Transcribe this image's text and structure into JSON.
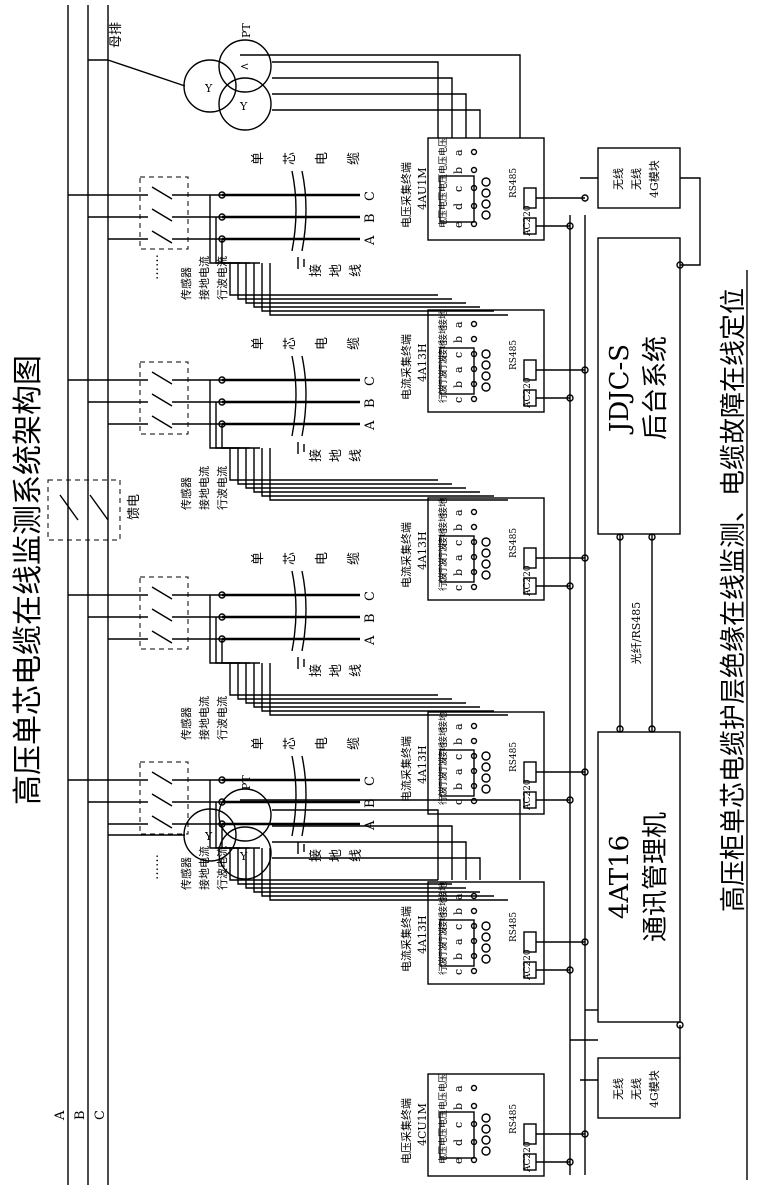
{
  "titles": {
    "left": "高压单芯电缆在线监测系统架构图",
    "right": "高压柜单芯电缆护层绝缘在线监测、电缆故障在线定位"
  },
  "bus": {
    "label": "母排",
    "phases": [
      "A",
      "B",
      "C"
    ]
  },
  "pt_label": "PT",
  "winding_label": "Y",
  "feeder_label": "馈电",
  "cable": {
    "chars": [
      "单",
      "芯",
      "电",
      "缆"
    ],
    "phases": [
      "A",
      "B",
      "C"
    ],
    "ground_chars": [
      "接",
      "地",
      "线"
    ]
  },
  "sensor_labels": [
    "传感器",
    "接地电流",
    "行波电流"
  ],
  "ellipsis": "……",
  "terminals": [
    {
      "name": "电压采集终端",
      "model": "4AU1M",
      "type": "voltage",
      "ports": [
        "a",
        "b",
        "c",
        "d",
        "e"
      ],
      "sub": [
        "电压",
        "电压",
        "电压",
        "电压",
        "电压"
      ]
    },
    {
      "name": "电流采集终端",
      "model": "4A13H",
      "type": "current",
      "ports": [
        "a",
        "b",
        "c",
        "a",
        "b",
        "c"
      ],
      "sub": [
        "接地",
        "接地",
        "接地",
        "行波",
        "行波",
        "行波"
      ]
    },
    {
      "name": "电流采集终端",
      "model": "4A13H",
      "type": "current",
      "ports": [
        "a",
        "b",
        "c",
        "a",
        "b",
        "c"
      ],
      "sub": [
        "接地",
        "接地",
        "接地",
        "行波",
        "行波",
        "行波"
      ]
    },
    {
      "name": "电流采集终端",
      "model": "4A13H",
      "type": "current",
      "ports": [
        "a",
        "b",
        "c",
        "a",
        "b",
        "c"
      ],
      "sub": [
        "接地",
        "接地",
        "接地",
        "行波",
        "行波",
        "行波"
      ]
    },
    {
      "name": "电流采集终端",
      "model": "4A13H",
      "type": "current",
      "ports": [
        "a",
        "b",
        "c",
        "a",
        "b",
        "c"
      ],
      "sub": [
        "接地",
        "接地",
        "接地",
        "行波",
        "行波",
        "行波"
      ]
    },
    {
      "name": "电压采集终端",
      "model": "4CU1M",
      "type": "voltage",
      "ports": [
        "a",
        "b",
        "c",
        "d",
        "e"
      ],
      "sub": [
        "电压",
        "电压",
        "电压",
        "电压",
        "电压"
      ]
    }
  ],
  "terminal_io": {
    "power": "AC220",
    "comm": "RS485",
    "ac_tag": "AC",
    "comm_tag": "RS485"
  },
  "backend": {
    "line1": "JDJC-S",
    "line2": "后台系统"
  },
  "manager": {
    "line1": "4AT16",
    "line2": "通讯管理机"
  },
  "link_label": "光纤/RS485",
  "wireless": [
    "无线",
    "无线",
    "4G模块"
  ],
  "colors": {
    "ink": "#000000",
    "paper": "#ffffff"
  }
}
